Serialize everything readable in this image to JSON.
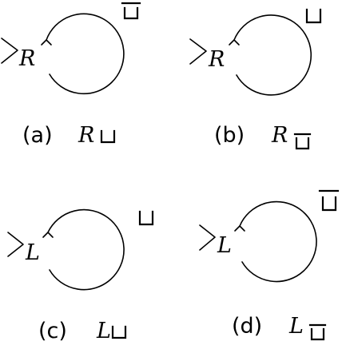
{
  "panels": [
    {
      "id": "a",
      "state": "R",
      "symbol_bar": true,
      "caption_prefix": "(a)",
      "caption_state": "R",
      "caption_bar": false
    },
    {
      "id": "b",
      "state": "R",
      "symbol_bar": false,
      "caption_prefix": "(b)",
      "caption_state": "R",
      "caption_bar": true
    },
    {
      "id": "c",
      "state": "L",
      "symbol_bar": false,
      "caption_prefix": "(c)",
      "caption_state": "L",
      "caption_bar": false
    },
    {
      "id": "d",
      "state": "L",
      "symbol_bar": true,
      "caption_prefix": "(d)",
      "caption_state": "L",
      "caption_bar": true
    }
  ]
}
